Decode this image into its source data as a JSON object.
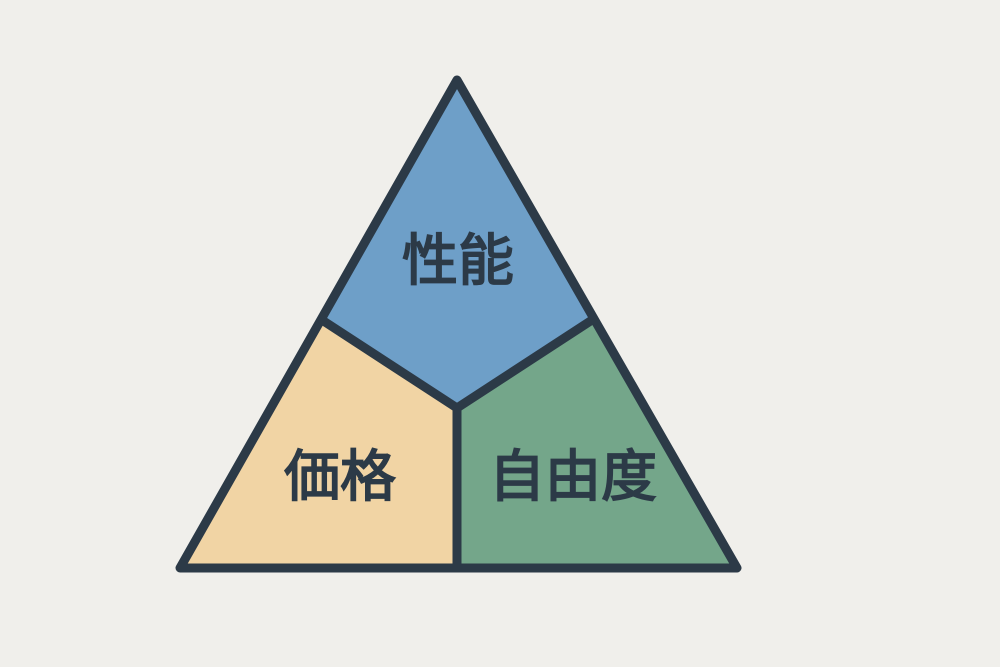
{
  "diagram": {
    "segments": [
      {
        "label": "性能",
        "color": "#6e9fc8"
      },
      {
        "label": "価格",
        "color": "#f1d4a4"
      },
      {
        "label": "自由度",
        "color": "#74a68a"
      }
    ],
    "stroke_color": "#2c3a47"
  }
}
